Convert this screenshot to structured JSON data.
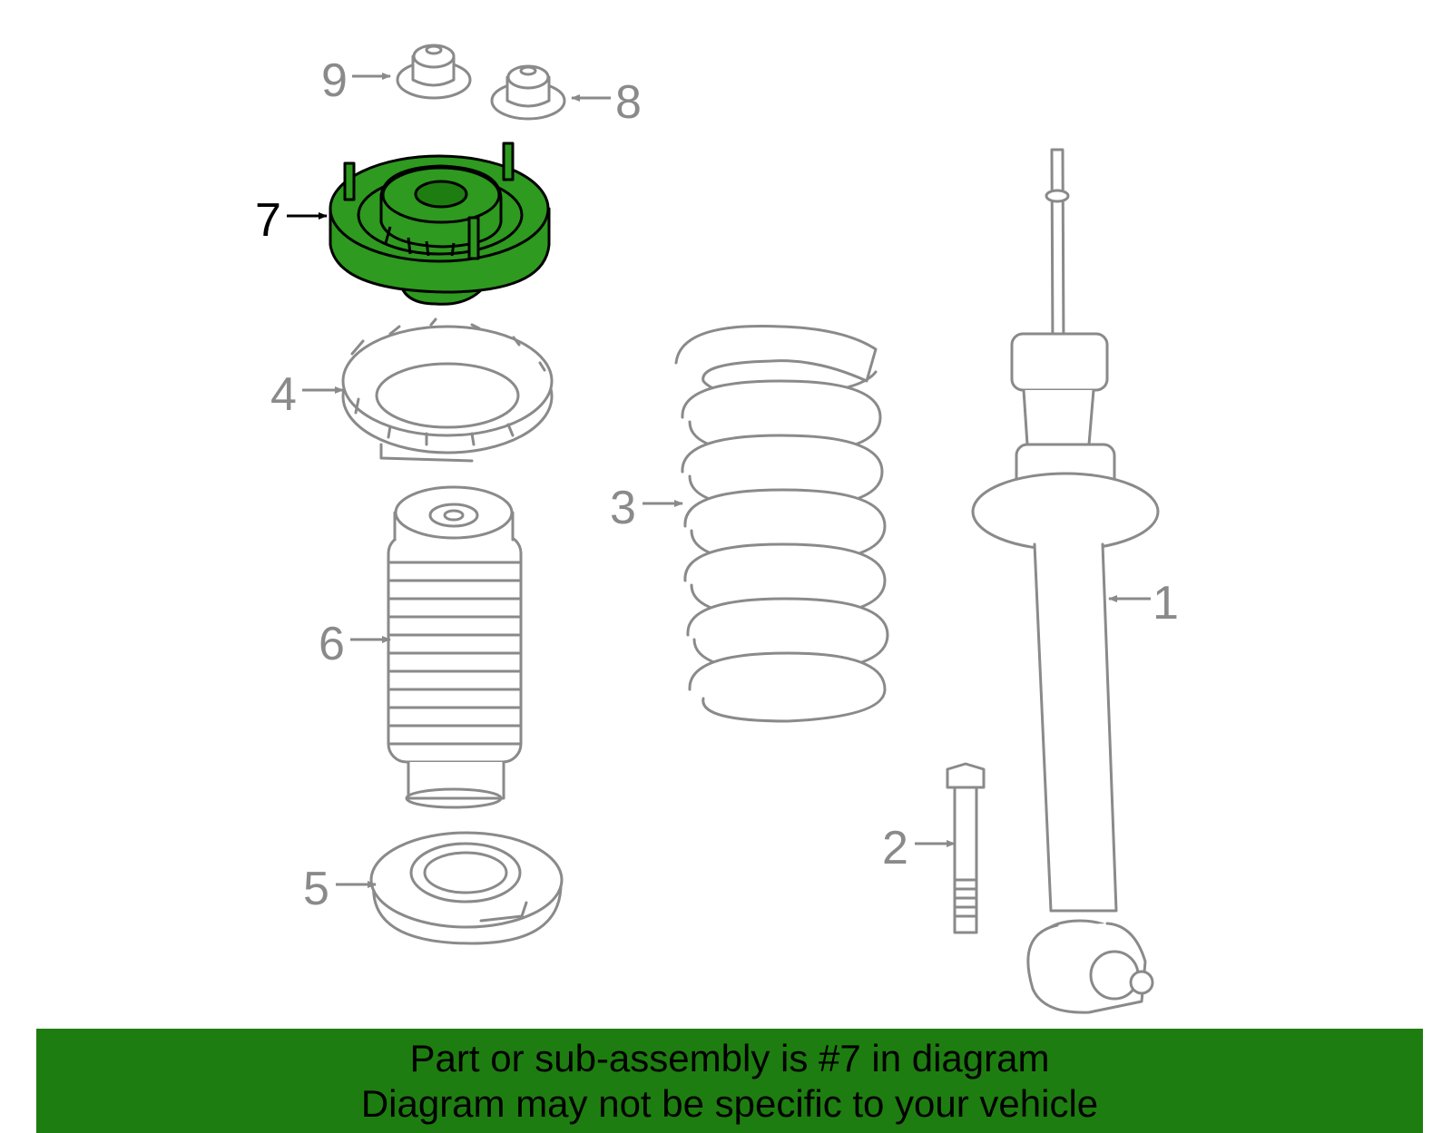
{
  "diagram": {
    "callouts": {
      "c1": "1",
      "c2": "2",
      "c3": "3",
      "c4": "4",
      "c5": "5",
      "c6": "6",
      "c7": "7",
      "c8": "8",
      "c9": "9"
    },
    "highlight_part": "7",
    "colors": {
      "line": "#8a8a8a",
      "highlight_fill": "#2e9a1f",
      "highlight_stroke": "#000000",
      "banner_bg": "#1e7d10"
    }
  },
  "banner": {
    "line1": "Part or sub-assembly is #7 in diagram",
    "line2": "Diagram may not be specific to your vehicle"
  }
}
